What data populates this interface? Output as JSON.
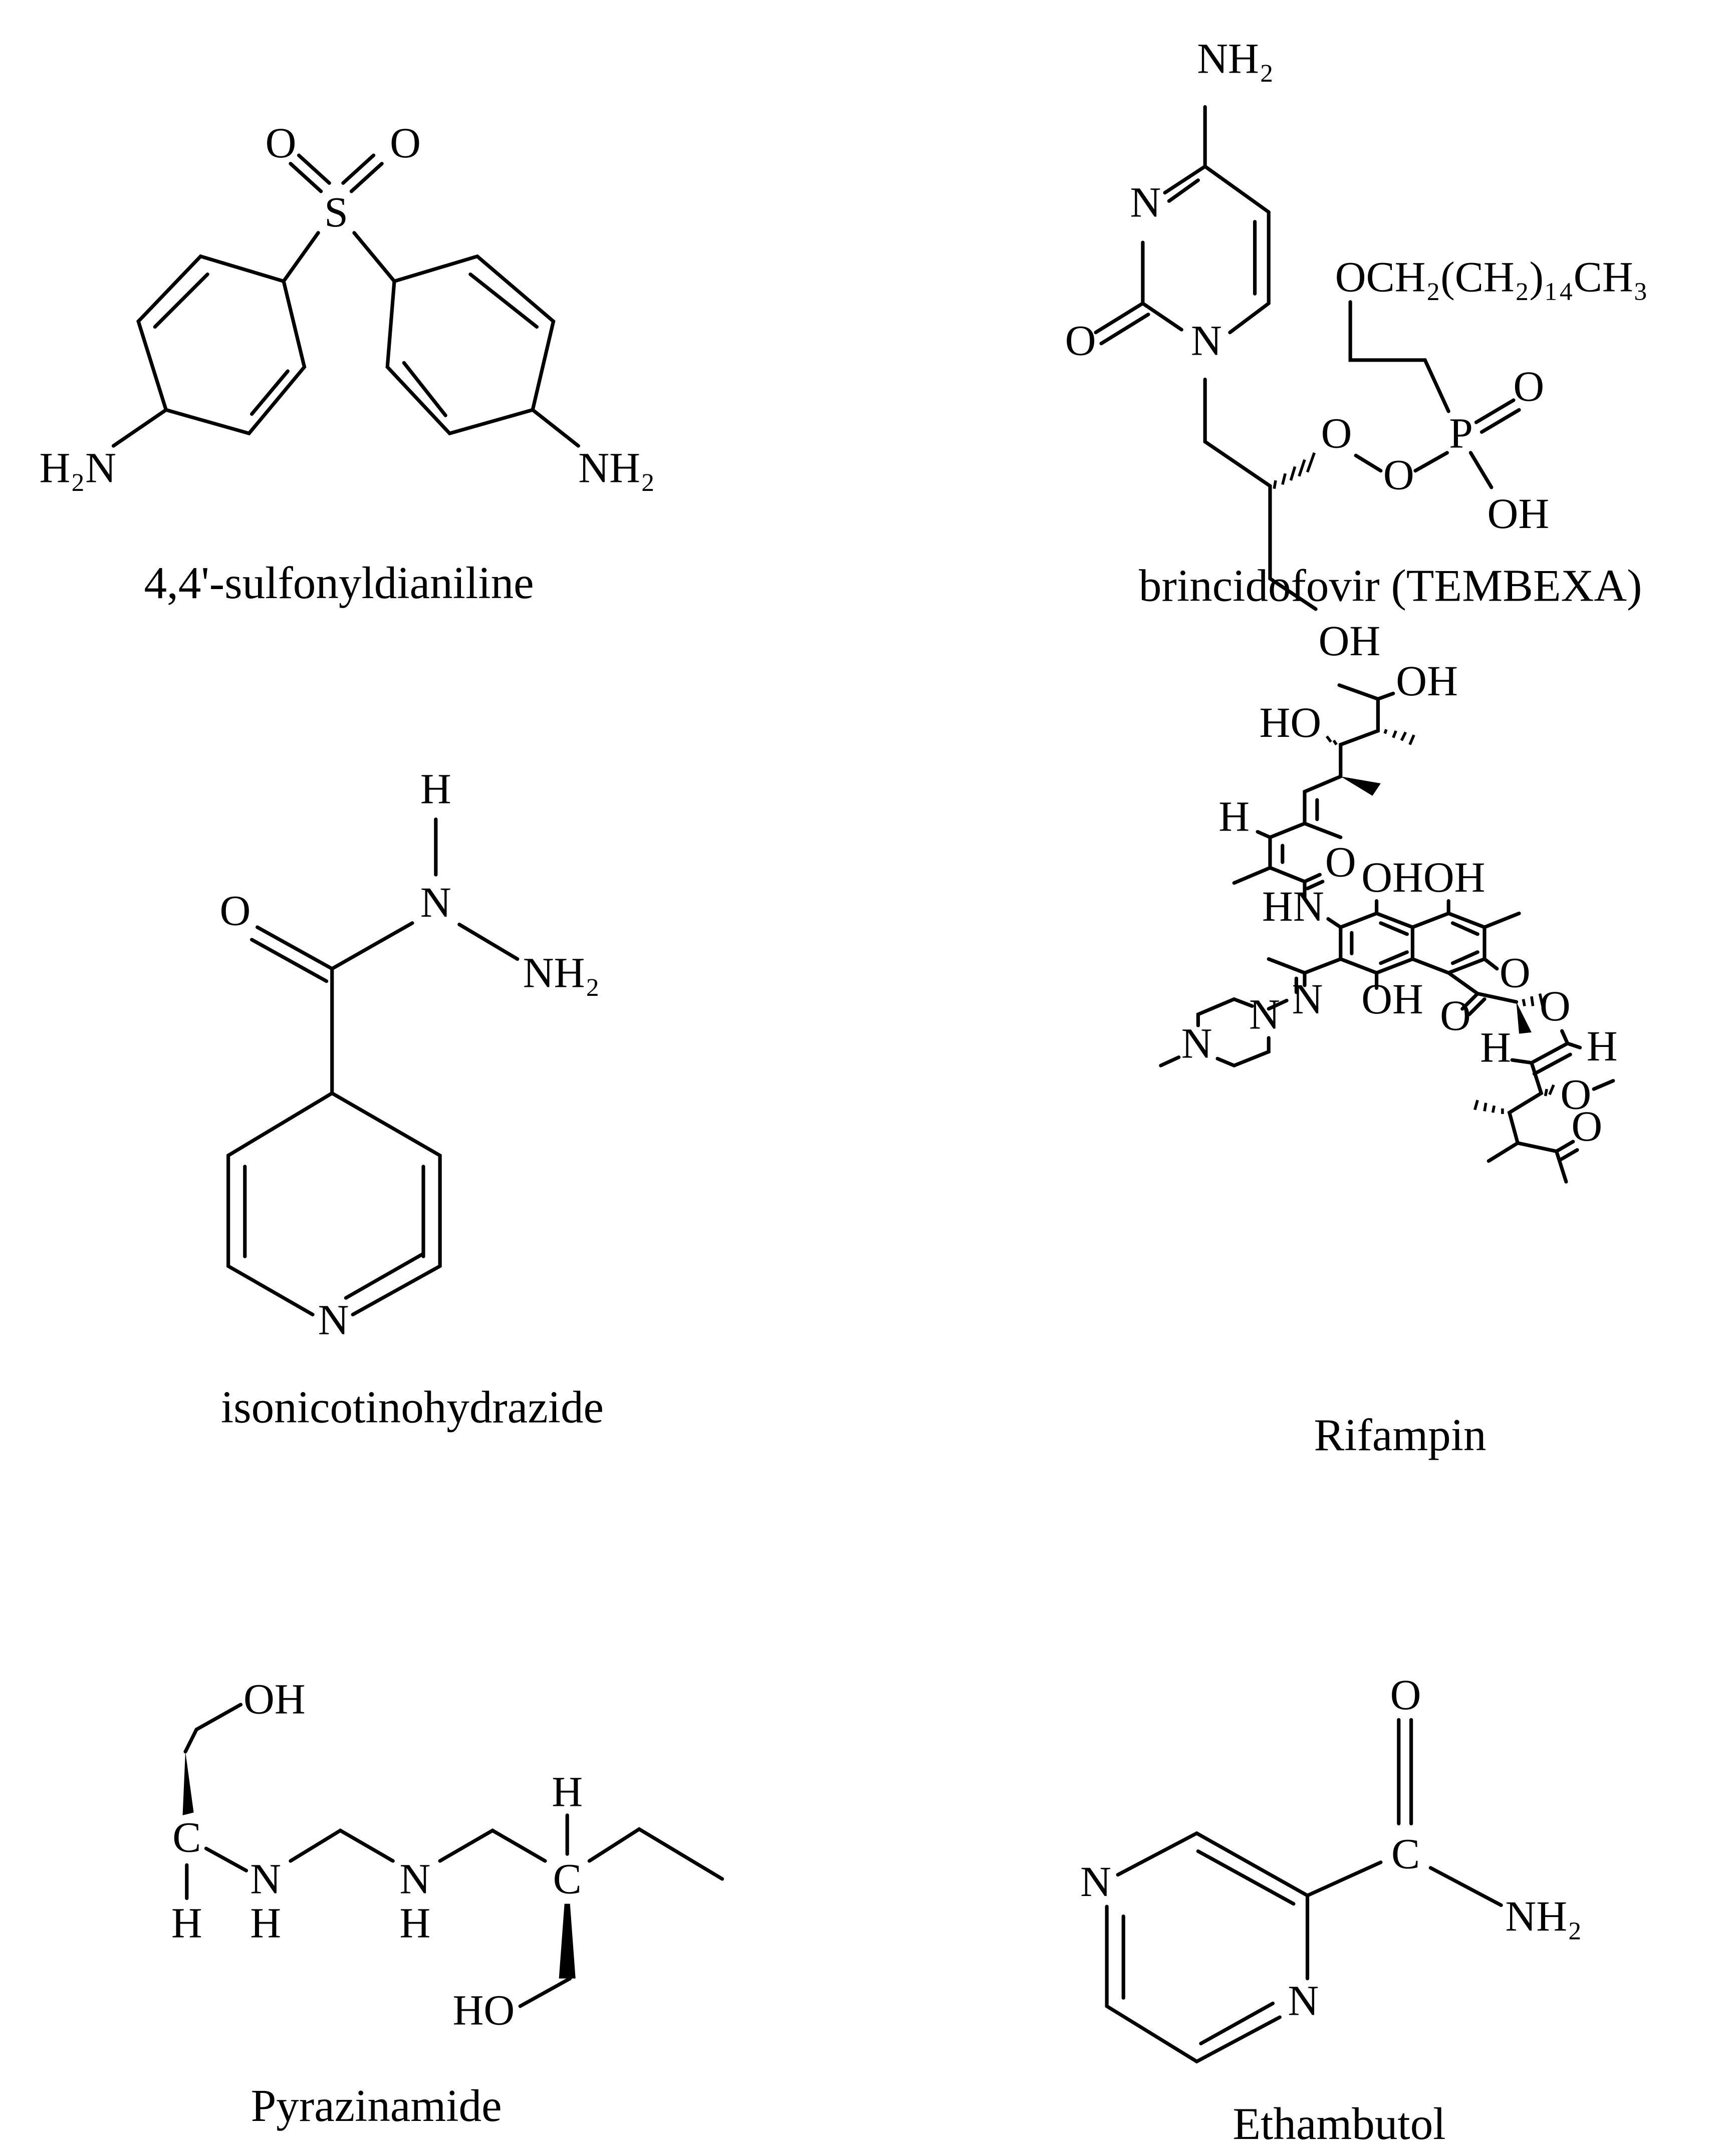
{
  "molecules": {
    "dapsone": {
      "caption": "4,4'-sulfonyldianiline",
      "atoms": {
        "S": "S",
        "O1": "O",
        "O2": "O",
        "NL": "H₂N",
        "NR": "NH₂"
      }
    },
    "brincidofovir": {
      "caption": "brincidofovir (TEMBEXA)",
      "atoms": {
        "NH2": "NH₂",
        "N3": "N",
        "N1": "N",
        "O2": "O",
        "OH": "OH",
        "Oa": "O",
        "Ob": "O",
        "P": "P",
        "PO": "O",
        "POH": "OH",
        "chain": "OCH₂(CH₂)₁₄CH₃"
      }
    },
    "isoniazid": {
      "caption": "isonicotinohydrazide",
      "atoms": {
        "H": "H",
        "N": "N",
        "NH2": "NH₂",
        "O": "O",
        "Npy": "N"
      }
    },
    "rifampin": {
      "caption": "Rifampin",
      "atoms": {
        "OH1": "OH",
        "HO": "HO",
        "H1": "H",
        "O_amide": "O",
        "OHOH": "OHOH",
        "HN": "HN",
        "OH2": "OH",
        "O_furan": "O",
        "N_imine": "N",
        "N_pip1": "N",
        "N_pip2": "N",
        "O_ester": "O",
        "O_lac": "O",
        "H2": "H",
        "H3": "H",
        "O_me": "O",
        "O_ket": "O"
      }
    },
    "pyrazinamide": {
      "caption": "Pyrazinamide",
      "atoms": {
        "OH": "OH",
        "C1": "C",
        "H1": "H",
        "N1": "N",
        "H2": "H",
        "N2": "N",
        "H3": "H",
        "C2": "C",
        "H4": "H",
        "HO": "HO"
      }
    },
    "ethambutol": {
      "caption": "Ethambutol",
      "atoms": {
        "O": "O",
        "C": "C",
        "NH2": "NH₂",
        "N1": "N",
        "N2": "N"
      }
    }
  }
}
